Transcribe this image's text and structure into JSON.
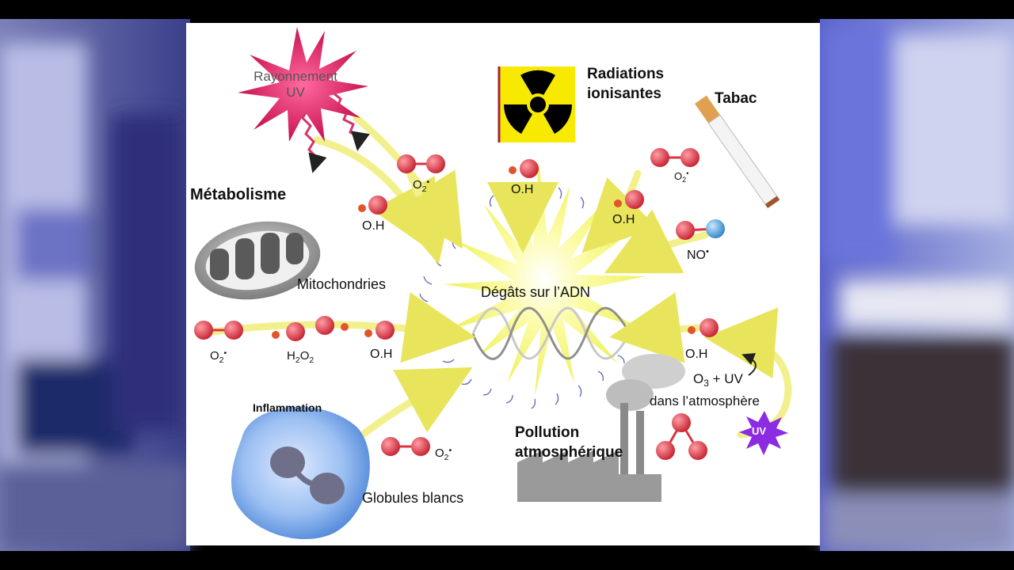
{
  "diagram": {
    "center_label": "Dégâts sur l’ADN",
    "sources": {
      "uv": [
        "Rayonnement",
        "UV"
      ],
      "radiation": [
        "Radiations",
        "ionisantes"
      ],
      "tobacco": "Tabac",
      "metabolism": "Métabolisme",
      "mitochondria": "Mitochondries",
      "inflammation": "Inflammation",
      "white_cells": "Globules blancs",
      "pollution": [
        "Pollution",
        "atmosphérique"
      ],
      "ozone": [
        "O",
        "3",
        " + UV"
      ],
      "atmosphere": "dans l’atmosphère",
      "uv_badge": "UV"
    },
    "species": {
      "oh": "O.H",
      "o2_base": "O",
      "o2_sub": "2",
      "o2_sup": "•",
      "h2o2": [
        "H",
        "2",
        "O",
        "2"
      ],
      "no": "NO",
      "no_sup": "•"
    },
    "colors": {
      "arrow": "#f1ef8a",
      "oxygen": "#d9343f",
      "hydrogen": "#e2552a",
      "nitrogen": "#4fa3d8",
      "uv_burst": "#d6336c",
      "uv_small": "#8b2be2",
      "radiation_bg": "#f7ea00",
      "cell": "#8db8ee",
      "mitochondria": "#8a8a8a",
      "dna": "#bdbdbd"
    }
  }
}
